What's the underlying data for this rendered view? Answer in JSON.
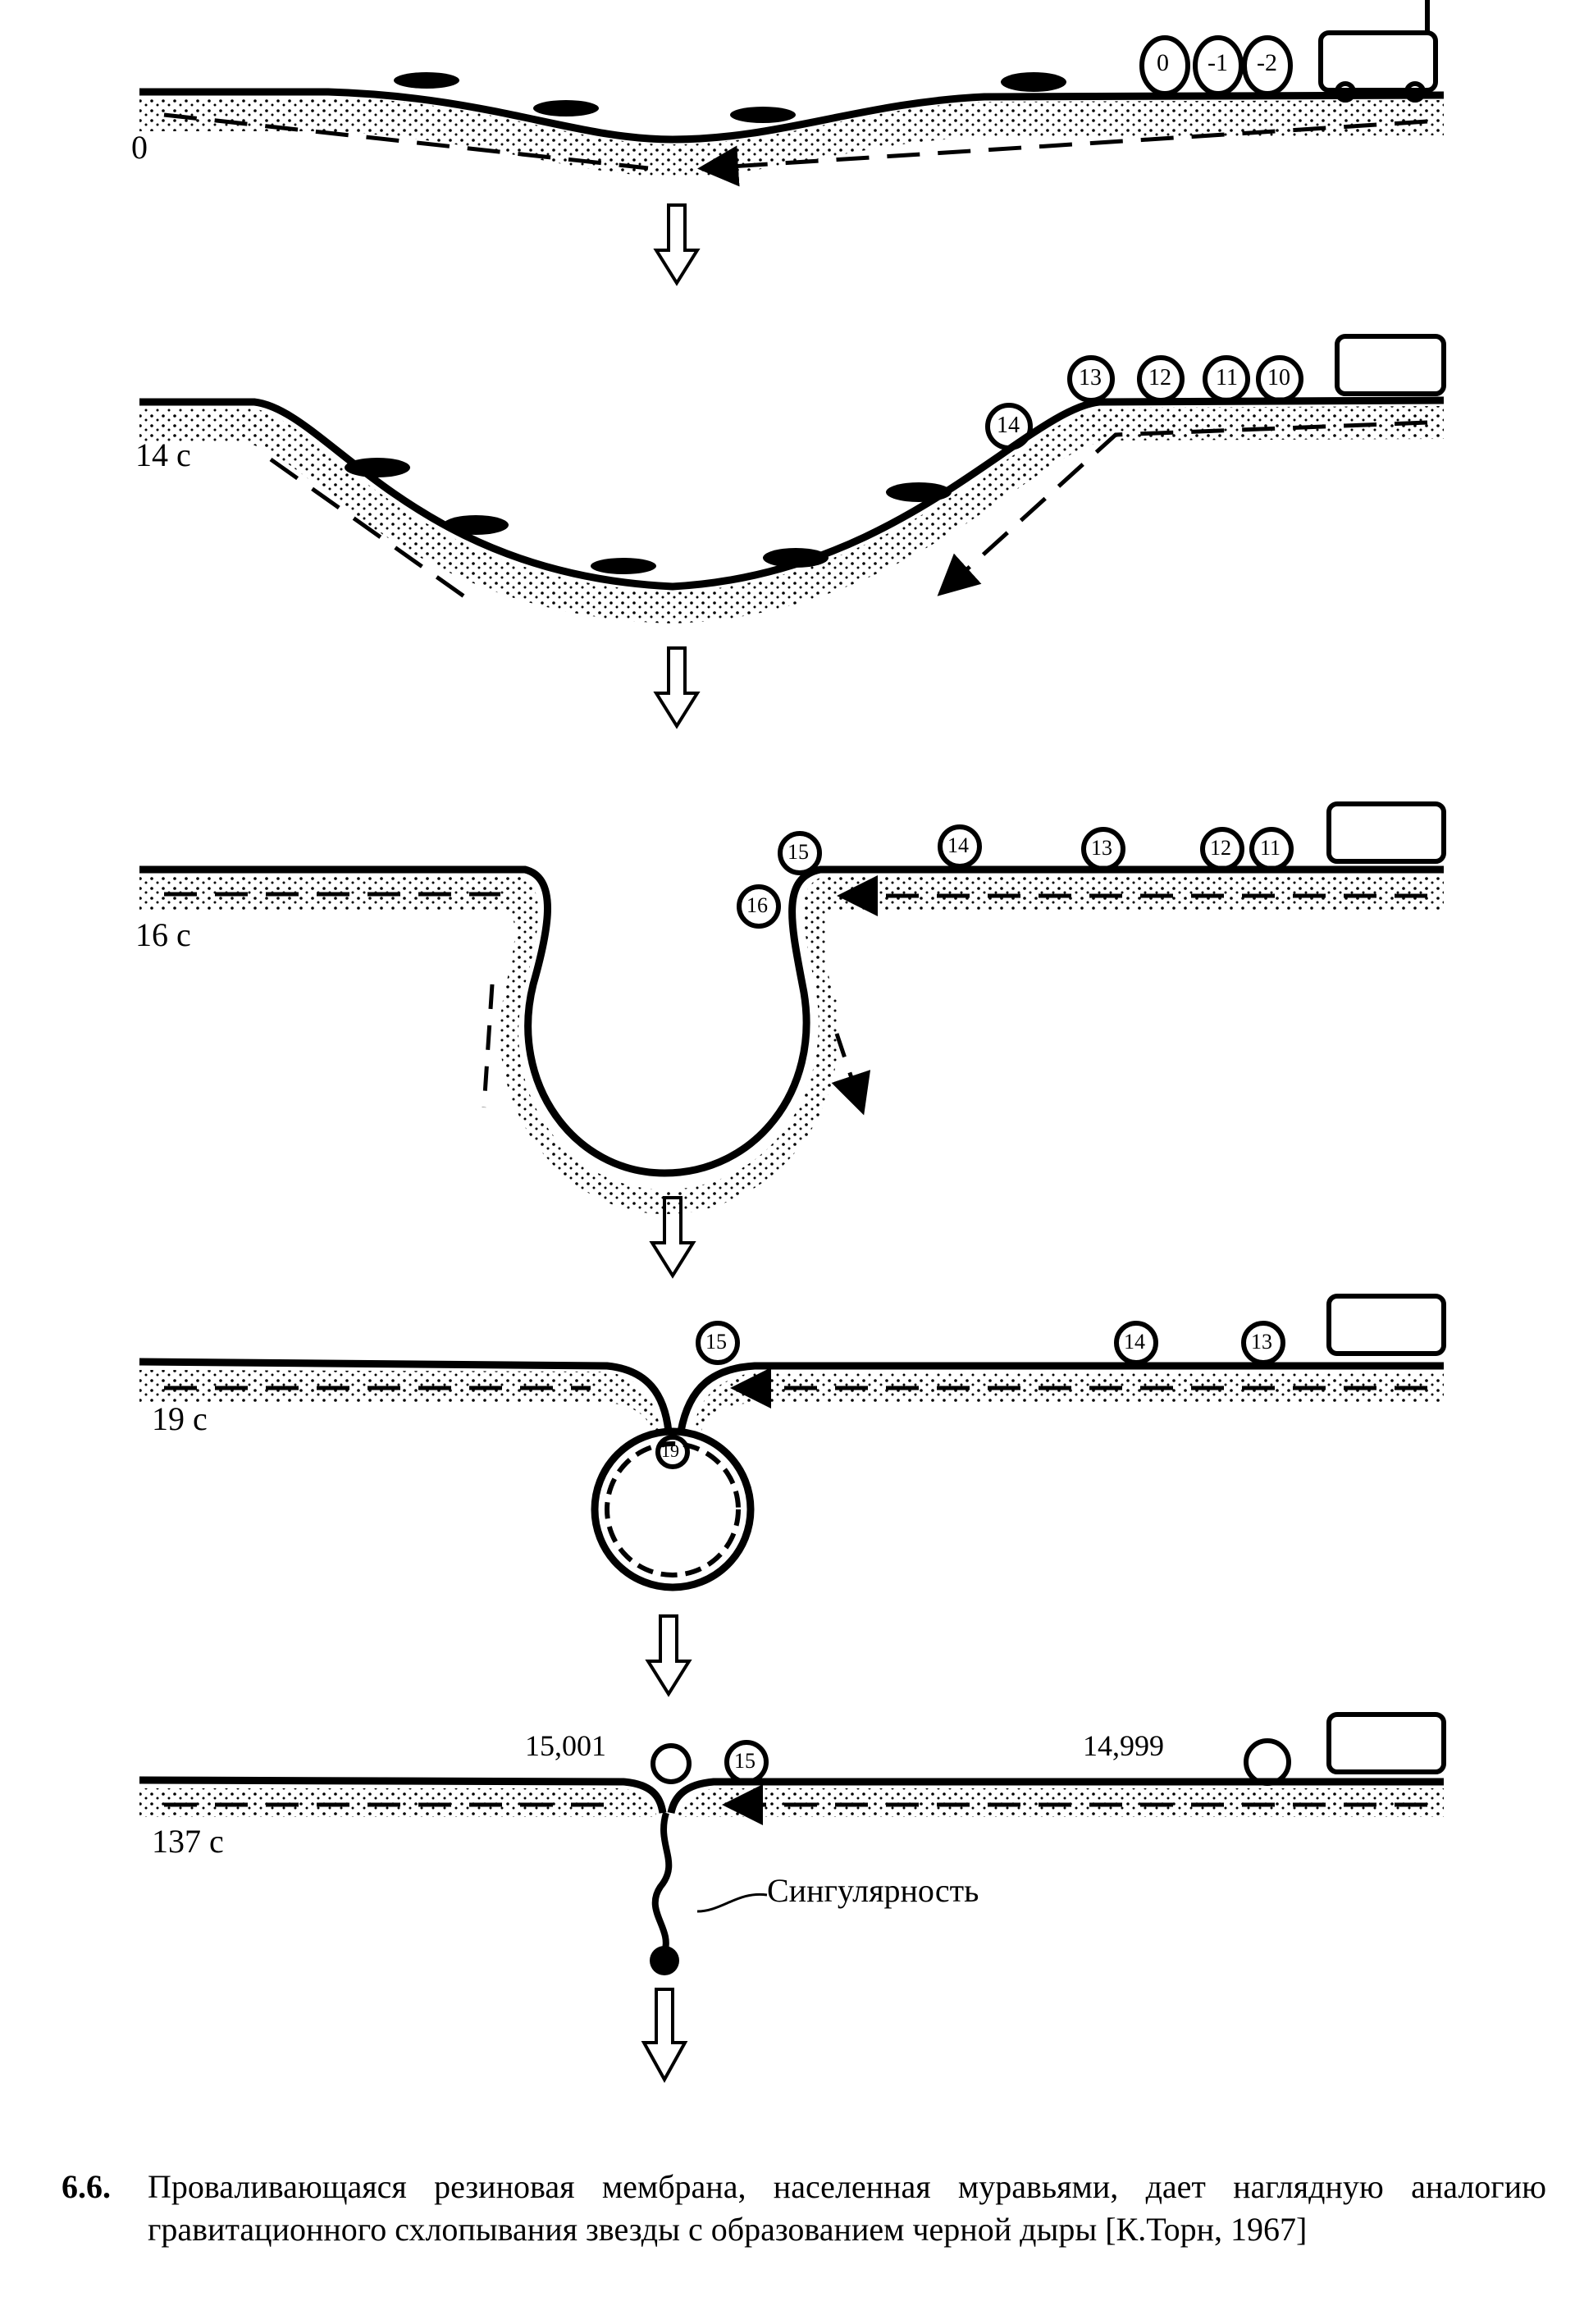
{
  "panels": [
    {
      "time_label": "0",
      "particles": [
        "0",
        "-1",
        "-2"
      ]
    },
    {
      "time_label": "14 с",
      "particles": [
        "13",
        "12",
        "11",
        "10",
        "14"
      ]
    },
    {
      "time_label": "16 с",
      "particles": [
        "15",
        "16",
        "14",
        "13",
        "12",
        "11"
      ]
    },
    {
      "time_label": "19 с",
      "particles": [
        "15",
        "14",
        "13",
        "19"
      ]
    },
    {
      "time_label": "137 с",
      "particles": [
        "15"
      ],
      "annotations": {
        "left": "15,001",
        "right": "14,999",
        "singularity": "Сингулярность"
      }
    }
  ],
  "caption": {
    "number": "6.6.",
    "text": "Проваливающаяся резиновая мембрана, населенная муравьями, дает наглядную аналогию гравитационного схлопывания звезды с образованием черной дыры [К.Торн, 1967]"
  }
}
